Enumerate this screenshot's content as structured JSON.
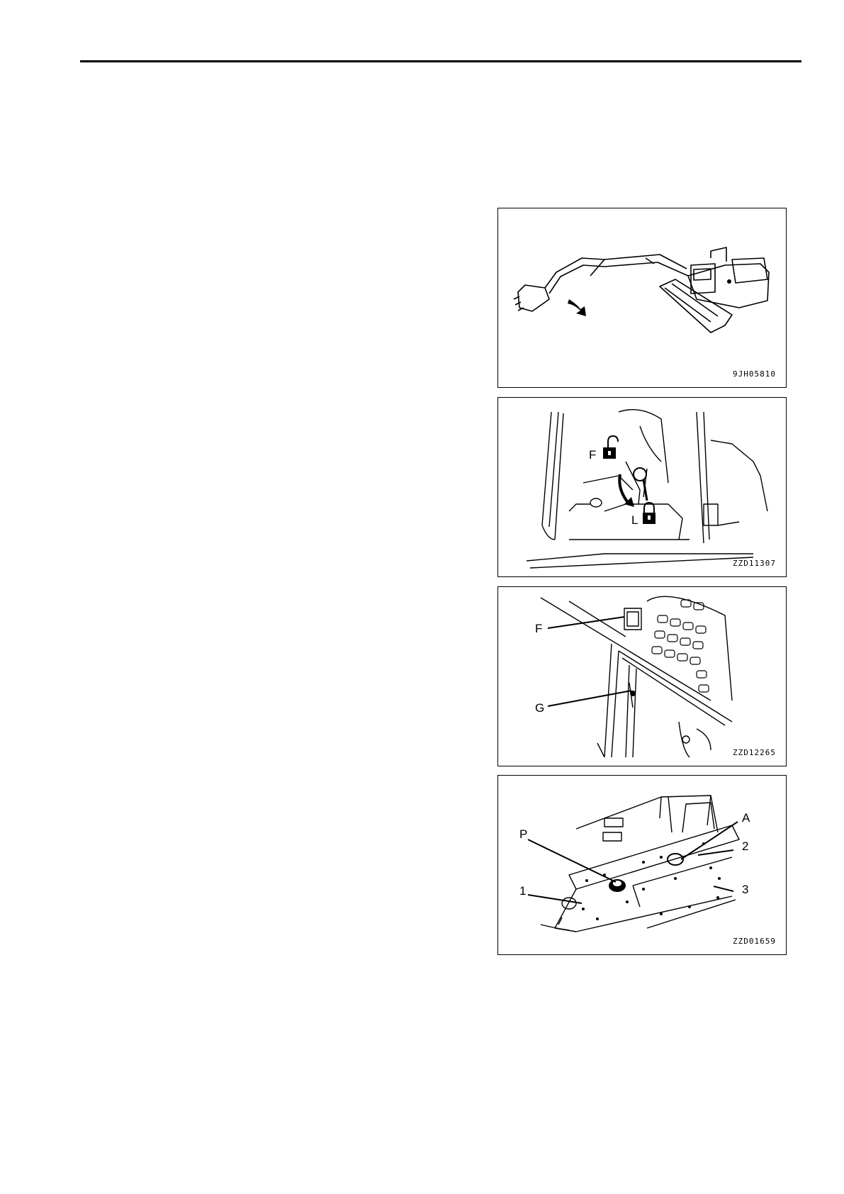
{
  "figures": [
    {
      "code": "9JH05810"
    },
    {
      "code": "ZZD11307",
      "labels": {
        "free": "F",
        "lock": "L"
      }
    },
    {
      "code": "ZZD12265",
      "labels": {
        "f": "F",
        "g": "G"
      }
    },
    {
      "code": "ZZD01659",
      "labels": {
        "p": "P",
        "a": "A",
        "n1": "1",
        "n2": "2",
        "n3": "3"
      }
    }
  ]
}
